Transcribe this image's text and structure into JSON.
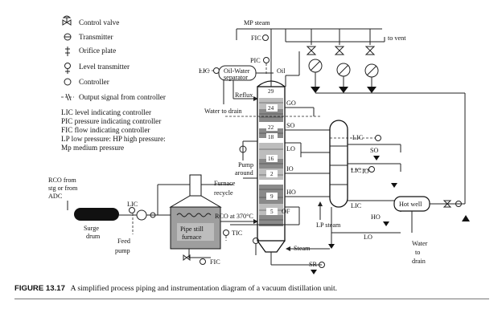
{
  "legend": {
    "items": [
      {
        "icon": "control-valve-icon",
        "label": "Control valve"
      },
      {
        "icon": "transmitter-icon",
        "label": "Transmitter"
      },
      {
        "icon": "orifice-plate-icon",
        "label": "Orifice plate"
      },
      {
        "icon": "level-transmitter-icon",
        "label": "Level transmitter"
      },
      {
        "icon": "controller-icon",
        "label": "Controller"
      },
      {
        "icon": "output-signal-icon",
        "label": "Output signal from controller"
      }
    ],
    "abbreviations": [
      "LIC level indicating controller",
      "PIC pressure indicating controller",
      "FIC flow indicating controller",
      "LP low pressure: HP high pressure:",
      "Mp medium pressure"
    ]
  },
  "labels": {
    "mp_steam": "MP steam",
    "fic_top": "FIC",
    "pic": "PIC",
    "to_vent": "to vent",
    "lic_sep": "LIC",
    "separator_line1": "Oil-Water",
    "separator_line2": "separator",
    "oil": "Oil",
    "reflux": "Reflux",
    "water_to_drain_top": "Water to drain",
    "go": "GO",
    "so_tray": "SO",
    "lo_tray": "LO",
    "io_tray": "IO",
    "ho_tray": "HO",
    "of": "OF",
    "pump_around_1": "Pump",
    "pump_around_2": "around",
    "furnace_recycle_1": "Furnace",
    "furnace_recycle_2": "recycle",
    "rco_at_370": "RCO at 370°C",
    "tic": "TIC",
    "fic_bottom": "FIC",
    "steam": "Steam",
    "sr": "SR",
    "lp_steam": "LP steam",
    "lo_bottom": "LO",
    "rco_from_1": "RCO from",
    "rco_from_2": "stg or from",
    "rco_from_3": "ADC",
    "lic_drum": "LIC",
    "surge_drum_1": "Surge",
    "surge_drum_2": "drum",
    "feed_pump_1": "Feed",
    "feed_pump_2": "pump",
    "furnace_1": "Pipe still",
    "furnace_2": "furnace",
    "lic_strip_1": "LIC",
    "so_strip": "SO",
    "lic_strip_2": "LIC",
    "io_strip": "IO",
    "lic_strip_3": "LIC",
    "ho_strip": "HO",
    "hot_well": "Hot well",
    "water_drain_1": "Water",
    "water_drain_2": "to",
    "water_drain_3": "drain"
  },
  "trays": [
    "29",
    "24",
    "22",
    "18",
    "16",
    "2",
    "9",
    "5"
  ],
  "caption": {
    "label": "FIGURE 13.17",
    "text": "A simplified process piping and instrumentation diagram of a vacuum distillation unit."
  }
}
